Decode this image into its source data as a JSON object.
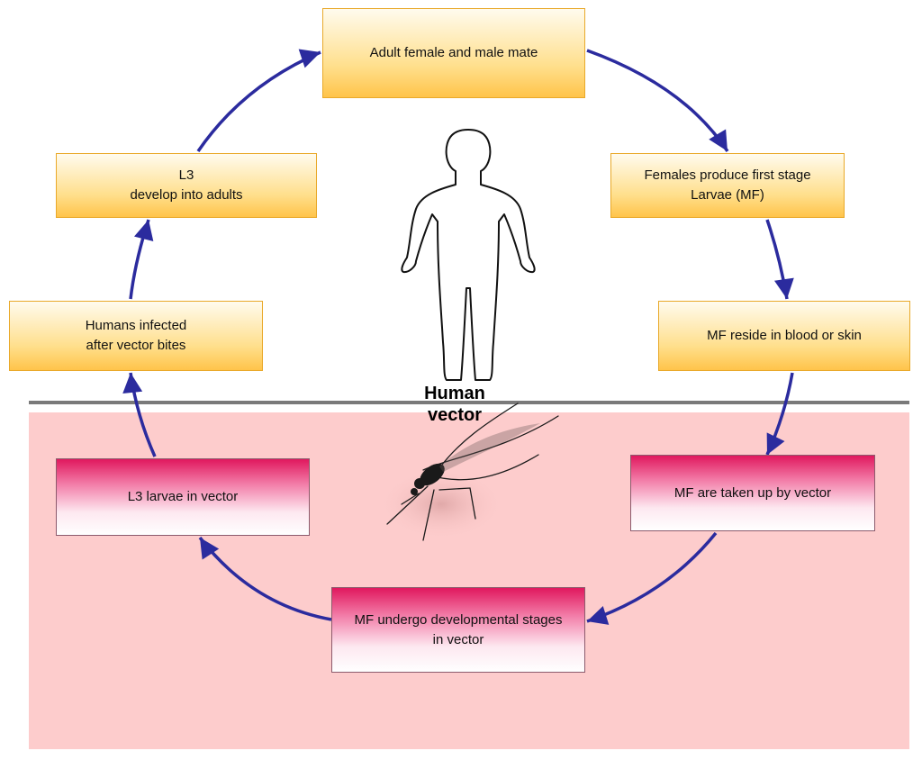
{
  "zones": {
    "human_label": "Human",
    "vector_label": "vector"
  },
  "stages": {
    "adult_mate": "Adult female and  male mate",
    "females_produce": "Females produce first stage\nLarvae  (MF)",
    "mf_reside": "MF reside in blood or skin",
    "mf_taken_up": "MF are taken up by vector",
    "mf_undergo": "MF undergo developmental  stages\nin vector",
    "l3_in_vector": "L3 larvae  in vector",
    "humans_infected": "Humans infected\nafter vector bites",
    "l3_develop": "L3\ndevelop  into adults"
  },
  "colors": {
    "arrow": "#2b2b9e",
    "vector_zone": "#fdcccc",
    "divider": "#7a7a7a"
  },
  "icons": {
    "human": "human-figure-icon",
    "vector": "mosquito-icon"
  }
}
